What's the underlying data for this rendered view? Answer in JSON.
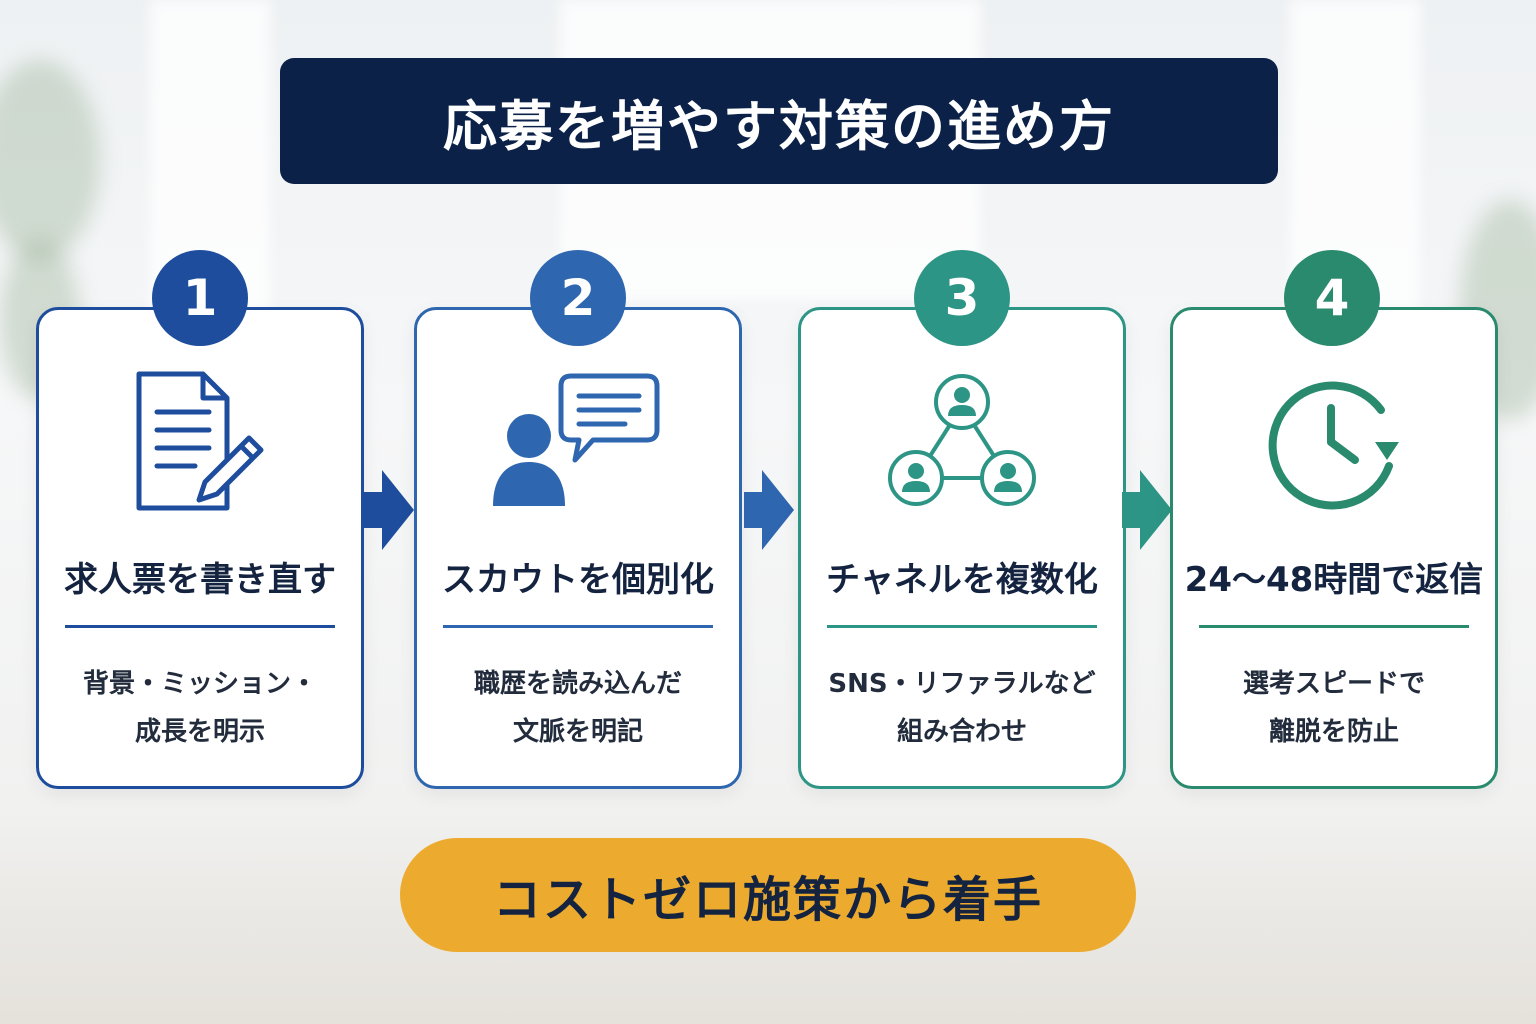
{
  "title": "応募を増やす対策の進め方",
  "steps": [
    {
      "number": "1",
      "heading": "求人票を書き直す",
      "desc_line1": "背景・ミッション・",
      "desc_line2": "成長を明示",
      "color": "#1d4d9c",
      "icon": "document-edit-icon"
    },
    {
      "number": "2",
      "heading": "スカウトを個別化",
      "desc_line1": "職歴を読み込んだ",
      "desc_line2": "文脈を明記",
      "color": "#2f66b0",
      "icon": "person-chat-icon"
    },
    {
      "number": "3",
      "heading": "チャネルを複数化",
      "desc_line1": "SNS・リファラルなど",
      "desc_line2": "組み合わせ",
      "color": "#2d9585",
      "icon": "network-people-icon"
    },
    {
      "number": "4",
      "heading": "24〜48時間で返信",
      "desc_line1": "選考スピードで",
      "desc_line2": "離脱を防止",
      "color": "#2a8a6e",
      "icon": "clock-refresh-icon"
    }
  ],
  "footer": "コストゼロ施策から着手",
  "colors": {
    "title_bg": "#0b2148",
    "footer_bg": "#ecab2e",
    "arrow1": "#1d4d9c",
    "arrow2": "#2f66b0",
    "arrow3": "#2d9585"
  }
}
